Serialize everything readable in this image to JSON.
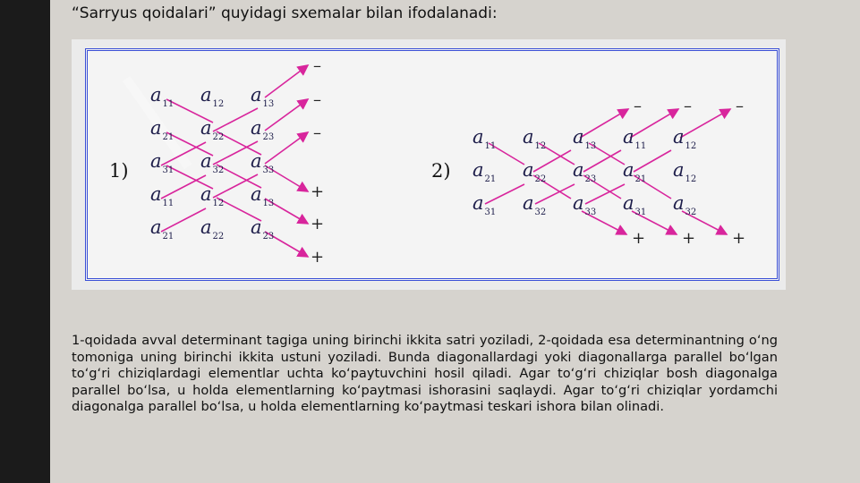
{
  "heading": "“Sarryus qoidalari” quyidagi sxemalar bilan ifodalanadi:",
  "scheme1": {
    "label": "1)",
    "rows": [
      [
        "a11",
        "a12",
        "a13"
      ],
      [
        "a21",
        "a22",
        "a23"
      ],
      [
        "a31",
        "a32",
        "a33"
      ],
      [
        "a11",
        "a12",
        "a13"
      ],
      [
        "a21",
        "a22",
        "a23"
      ]
    ],
    "signs": [
      "–",
      "–",
      "–",
      "+",
      "+",
      "+"
    ]
  },
  "scheme2": {
    "label": "2)",
    "rows": [
      [
        "a11",
        "a12",
        "a13",
        "a11",
        "a12"
      ],
      [
        "a21",
        "a22",
        "a23",
        "a21",
        "a12"
      ],
      [
        "a31",
        "a32",
        "a33",
        "a31",
        "a32"
      ]
    ],
    "top_signs": [
      "–",
      "–",
      "–"
    ],
    "bottom_signs": [
      "+",
      "+",
      "+"
    ]
  },
  "paragraph": "1-qoidada avval determinant tagiga uning birinchi ikkita satri yoziladi, 2-qoidada esa determinantning o‘ng tomoniga uning birinchi ikkita ustuni yoziladi. Bunda diagonallardagi yoki diagonallarga parallel bo‘lgan to‘g‘ri chiziqlardagi elementlar uchta ko‘paytuvchini hosil qiladi. Agar to‘g‘ri chiziqlar bosh diagonalga parallel bo‘lsa, u holda elementlarning ko‘paytmasi ishorasini saqlaydi. Agar to‘g‘ri chiziqlar yordamchi diagonalga parallel bo‘lsa, u holda elementlarning ko‘paytmasi teskari ishora bilan olinadi.",
  "colors": {
    "arrow": "#d8259c",
    "frame": "#3a4fd6",
    "background": "#d6d3ce"
  }
}
